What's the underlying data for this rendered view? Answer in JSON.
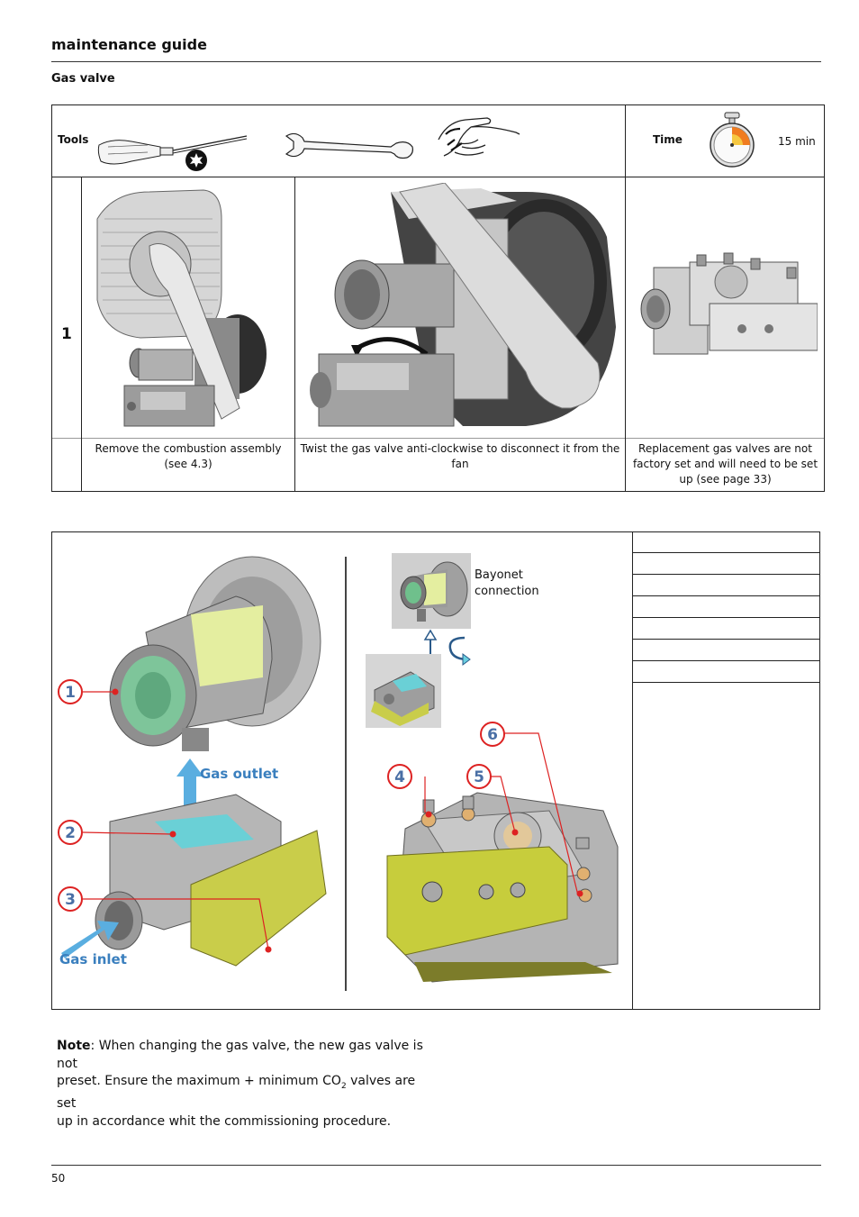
{
  "header": {
    "section_title": "maintenance guide",
    "sub_title": "Gas valve"
  },
  "tools_row": {
    "tools_label": "Tools",
    "time_label": "Time",
    "time_value": "15  min",
    "icons": [
      "screwdriver-icon",
      "torx-bit-icon",
      "spanner-icon",
      "gloved-hand-icon",
      "stopwatch-icon"
    ]
  },
  "step": {
    "number": "1",
    "captions": [
      "Remove the combustion assembly (see 4.3)",
      "Twist the gas valve anti-clockwise to disconnect it from the fan",
      "Replacement gas valves are not factory set and will need to be set up (see page 33)"
    ]
  },
  "diagram": {
    "bayonet_label_1": "Bayonet",
    "bayonet_label_2": "connection",
    "gas_outlet": "Gas outlet",
    "gas_inlet": "Gas inlet",
    "callouts": [
      "1",
      "2",
      "3",
      "4",
      "5",
      "6"
    ]
  },
  "note": {
    "bold": "Note",
    "line1": ": When changing the gas valve, the new gas valve is not",
    "line2a": "preset. Ensure the maximum +  minimum CO",
    "line2sub": "2",
    "line2b": " valves are set",
    "line3": "up in accordance whit the commissioning procedure."
  },
  "footer": {
    "page_number": "50"
  }
}
